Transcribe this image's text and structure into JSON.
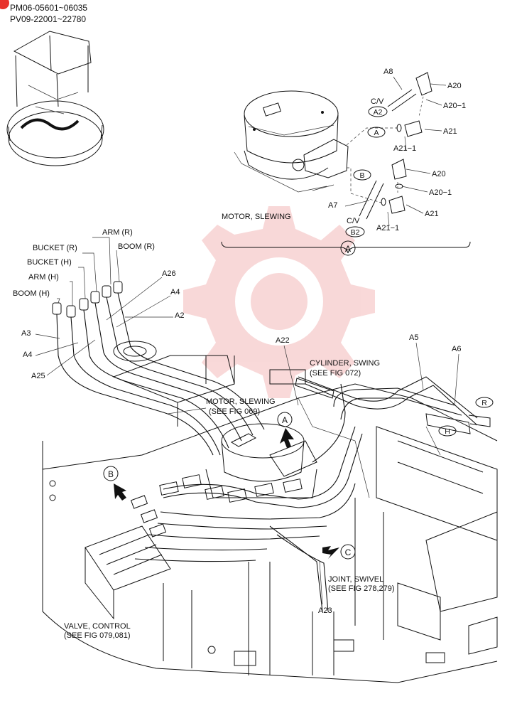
{
  "header": {
    "serial_1": "PM06-05601~06035",
    "serial_2": "PV09-22001~22780"
  },
  "brand_color": "#e8322b",
  "watermark_color": "#f4b9b9",
  "watermark_text": "",
  "detail_a": {
    "caption": "MOTOR, SLEWING",
    "marker": "A",
    "parts": {
      "a8": "A8",
      "a20_top": "A20",
      "a20_1_top": "A20−1",
      "a21_top": "A21",
      "a21_1_top": "A21−1",
      "a20_mid": "A20",
      "a20_1_mid": "A20−1",
      "a7": "A7",
      "a21_mid": "A21",
      "a21_1_mid": "A21−1"
    },
    "cv_top": "C/V",
    "cv_top_port": "A2",
    "cv_bottom": "C/V",
    "cv_bottom_port": "B2",
    "port_a": "A",
    "port_b": "B"
  },
  "hose_labels": {
    "arm_r": "ARM (R)",
    "bucket_r": "BUCKET (R)",
    "boom_r": "BOOM (R)",
    "bucket_h": "BUCKET (H)",
    "arm_h": "ARM (H)",
    "boom_h": "BOOM (H)"
  },
  "parts": {
    "a26": "A26",
    "a4_top": "A4",
    "a2": "A2",
    "a3": "A3",
    "a4_left": "A4",
    "a25": "A25",
    "a22": "A22",
    "a5": "A5",
    "a6": "A6",
    "a23": "A23"
  },
  "callouts": {
    "motor_slewing": "MOTOR, SLEWING",
    "motor_slewing_ref": "(SEE FIG 069)",
    "cylinder_swing": "CYLINDER, SWING",
    "cylinder_swing_ref": "(SEE FIG 072)",
    "joint_swivel": "JOINT, SWIVEL",
    "joint_swivel_ref": "(SEE FIG 278,279)",
    "valve_control": "VALVE, CONTROL",
    "valve_control_ref": "(SEE FIG 079,081)"
  },
  "view_markers": {
    "a": "A",
    "b": "B",
    "c": "C"
  },
  "hose_end_tags": {
    "r": "R",
    "h": "H"
  }
}
